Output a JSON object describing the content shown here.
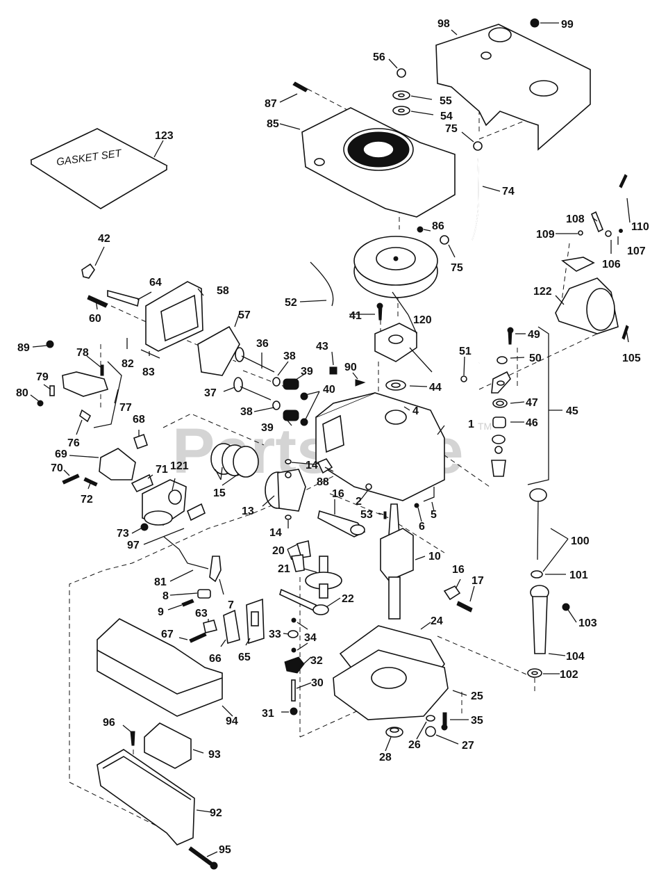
{
  "diagram": {
    "title": "Engine exploded parts diagram",
    "watermark": "PartsTree",
    "watermark_tm": "TM",
    "gasket_set_label": "GASKET SET",
    "callouts": [
      {
        "id": "98",
        "label": "98"
      },
      {
        "id": "99",
        "label": "99"
      },
      {
        "id": "56",
        "label": "56"
      },
      {
        "id": "55",
        "label": "55"
      },
      {
        "id": "54",
        "label": "54"
      },
      {
        "id": "87",
        "label": "87"
      },
      {
        "id": "85",
        "label": "85"
      },
      {
        "id": "75a",
        "label": "75"
      },
      {
        "id": "74",
        "label": "74"
      },
      {
        "id": "123",
        "label": "123"
      },
      {
        "id": "110",
        "label": "110"
      },
      {
        "id": "108",
        "label": "108"
      },
      {
        "id": "109",
        "label": "109"
      },
      {
        "id": "107",
        "label": "107"
      },
      {
        "id": "106",
        "label": "106"
      },
      {
        "id": "86",
        "label": "86"
      },
      {
        "id": "75b",
        "label": "75"
      },
      {
        "id": "42",
        "label": "42"
      },
      {
        "id": "64",
        "label": "64"
      },
      {
        "id": "58",
        "label": "58"
      },
      {
        "id": "52",
        "label": "52"
      },
      {
        "id": "120",
        "label": "120"
      },
      {
        "id": "122",
        "label": "122"
      },
      {
        "id": "60",
        "label": "60"
      },
      {
        "id": "57",
        "label": "57"
      },
      {
        "id": "41",
        "label": "41"
      },
      {
        "id": "49",
        "label": "49"
      },
      {
        "id": "105",
        "label": "105"
      },
      {
        "id": "89",
        "label": "89"
      },
      {
        "id": "78",
        "label": "78"
      },
      {
        "id": "82",
        "label": "82"
      },
      {
        "id": "83",
        "label": "83"
      },
      {
        "id": "36",
        "label": "36"
      },
      {
        "id": "38a",
        "label": "38"
      },
      {
        "id": "39a",
        "label": "39"
      },
      {
        "id": "43",
        "label": "43"
      },
      {
        "id": "90",
        "label": "90"
      },
      {
        "id": "51",
        "label": "51"
      },
      {
        "id": "50",
        "label": "50"
      },
      {
        "id": "79",
        "label": "79"
      },
      {
        "id": "80",
        "label": "80"
      },
      {
        "id": "37",
        "label": "37"
      },
      {
        "id": "40",
        "label": "40"
      },
      {
        "id": "44",
        "label": "44"
      },
      {
        "id": "77",
        "label": "77"
      },
      {
        "id": "38b",
        "label": "38"
      },
      {
        "id": "39b",
        "label": "39"
      },
      {
        "id": "4",
        "label": "4"
      },
      {
        "id": "47",
        "label": "47"
      },
      {
        "id": "45",
        "label": "45"
      },
      {
        "id": "1",
        "label": "1"
      },
      {
        "id": "76",
        "label": "76"
      },
      {
        "id": "68",
        "label": "68"
      },
      {
        "id": "46",
        "label": "46"
      },
      {
        "id": "69",
        "label": "69"
      },
      {
        "id": "71",
        "label": "71"
      },
      {
        "id": "121",
        "label": "121"
      },
      {
        "id": "15",
        "label": "15"
      },
      {
        "id": "14a",
        "label": "14"
      },
      {
        "id": "88",
        "label": "88"
      },
      {
        "id": "70",
        "label": "70"
      },
      {
        "id": "72",
        "label": "72"
      },
      {
        "id": "13",
        "label": "13"
      },
      {
        "id": "16a",
        "label": "16"
      },
      {
        "id": "2",
        "label": "2"
      },
      {
        "id": "53",
        "label": "53"
      },
      {
        "id": "5",
        "label": "5"
      },
      {
        "id": "6",
        "label": "6"
      },
      {
        "id": "73",
        "label": "73"
      },
      {
        "id": "97",
        "label": "97"
      },
      {
        "id": "14b",
        "label": "14"
      },
      {
        "id": "100",
        "label": "100"
      },
      {
        "id": "20",
        "label": "20"
      },
      {
        "id": "10",
        "label": "10"
      },
      {
        "id": "21",
        "label": "21"
      },
      {
        "id": "81",
        "label": "81"
      },
      {
        "id": "16b",
        "label": "16"
      },
      {
        "id": "17",
        "label": "17"
      },
      {
        "id": "101",
        "label": "101"
      },
      {
        "id": "8",
        "label": "8"
      },
      {
        "id": "7",
        "label": "7"
      },
      {
        "id": "22",
        "label": "22"
      },
      {
        "id": "9",
        "label": "9"
      },
      {
        "id": "63",
        "label": "63"
      },
      {
        "id": "24",
        "label": "24"
      },
      {
        "id": "103",
        "label": "103"
      },
      {
        "id": "33",
        "label": "33"
      },
      {
        "id": "34",
        "label": "34"
      },
      {
        "id": "67",
        "label": "67"
      },
      {
        "id": "66",
        "label": "66"
      },
      {
        "id": "65",
        "label": "65"
      },
      {
        "id": "32",
        "label": "32"
      },
      {
        "id": "104",
        "label": "104"
      },
      {
        "id": "102",
        "label": "102"
      },
      {
        "id": "30",
        "label": "30"
      },
      {
        "id": "25",
        "label": "25"
      },
      {
        "id": "31",
        "label": "31"
      },
      {
        "id": "94",
        "label": "94"
      },
      {
        "id": "35",
        "label": "35"
      },
      {
        "id": "96",
        "label": "96"
      },
      {
        "id": "28",
        "label": "28"
      },
      {
        "id": "26",
        "label": "26"
      },
      {
        "id": "27",
        "label": "27"
      },
      {
        "id": "93",
        "label": "93"
      },
      {
        "id": "92",
        "label": "92"
      },
      {
        "id": "95",
        "label": "95"
      }
    ]
  }
}
